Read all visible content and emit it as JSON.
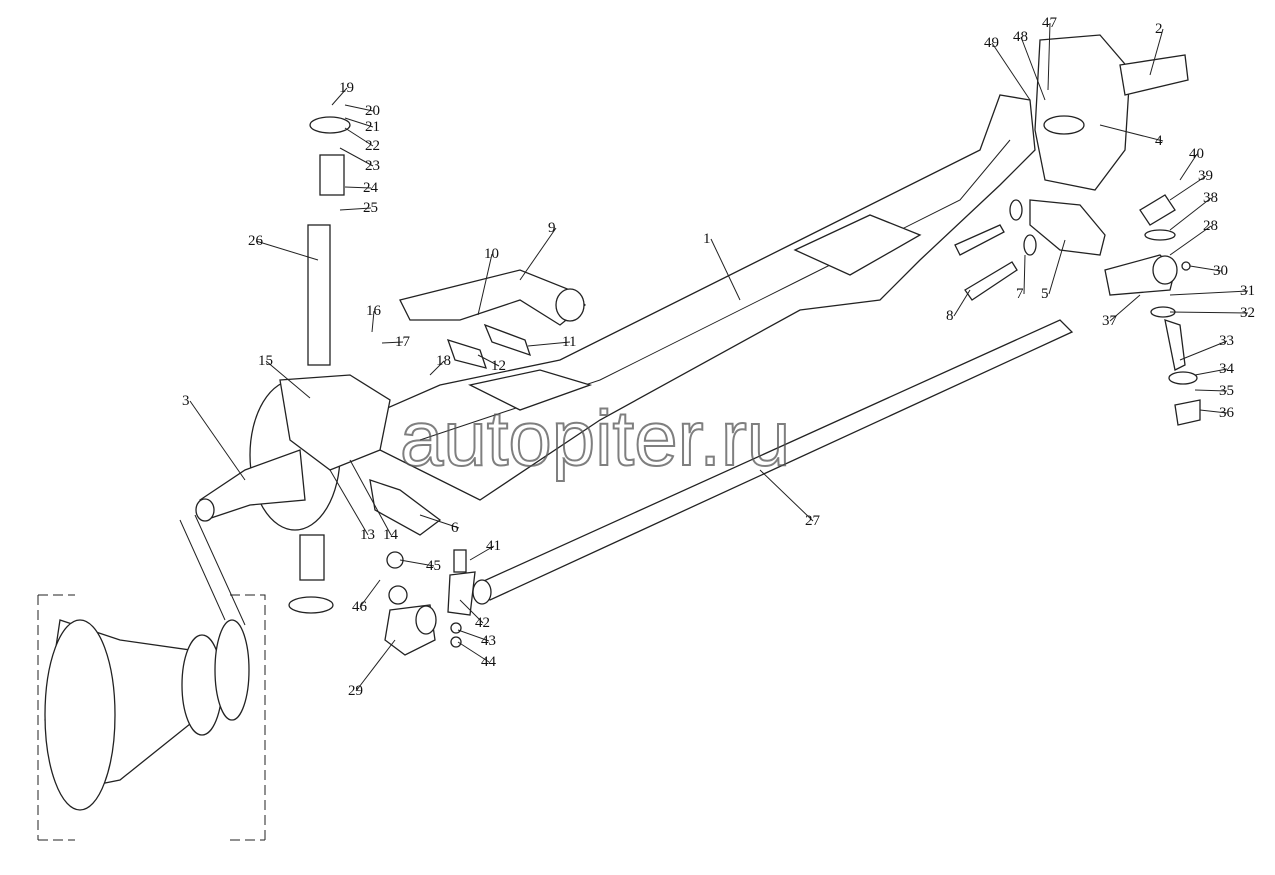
{
  "diagram": {
    "title": "Front axle exploded view",
    "watermark": "autopiter.ru",
    "callouts": [
      "1",
      "2",
      "3",
      "4",
      "5",
      "6",
      "7",
      "8",
      "9",
      "10",
      "11",
      "12",
      "13",
      "14",
      "15",
      "16",
      "17",
      "18",
      "19",
      "20",
      "21",
      "22",
      "23",
      "24",
      "25",
      "26",
      "27",
      "28",
      "29",
      "30",
      "31",
      "32",
      "33",
      "34",
      "35",
      "36",
      "37",
      "38",
      "39",
      "40",
      "41",
      "42",
      "43",
      "44",
      "45",
      "46",
      "47",
      "48",
      "49"
    ]
  }
}
